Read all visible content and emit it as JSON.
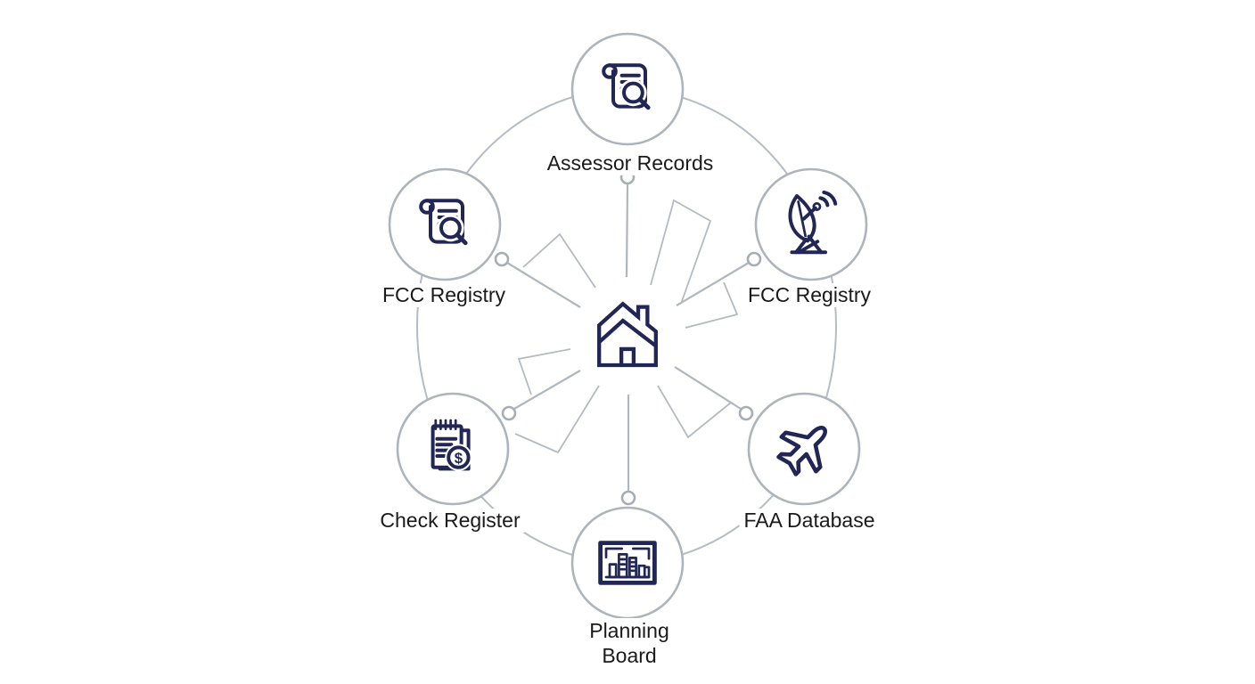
{
  "diagram": {
    "type": "hub-and-spoke",
    "center": {
      "icon": "house-icon"
    },
    "nodes": [
      {
        "id": "assessor-records",
        "label": "Assessor Records",
        "icon": "document-search-icon"
      },
      {
        "id": "fcc-registry-left",
        "label": "FCC Registry",
        "icon": "document-search-icon"
      },
      {
        "id": "fcc-registry-right",
        "label": "FCC Registry",
        "icon": "satellite-dish-icon"
      },
      {
        "id": "check-register",
        "label": "Check Register",
        "icon": "receipt-dollar-icon"
      },
      {
        "id": "faa-database",
        "label": "FAA Database",
        "icon": "airplane-icon"
      },
      {
        "id": "planning-board",
        "label": "Planning Board",
        "icon": "blueprint-buildings-icon",
        "lines": [
          "Planning",
          "Board"
        ]
      }
    ],
    "symbols": {
      "dollar": "$"
    },
    "colors": {
      "icon_navy": "#212655",
      "node_circle_stroke": "#aeb4bb",
      "connector_gray": "#b4bac1",
      "text": "#1a1a1a",
      "background": "#ffffff"
    }
  }
}
